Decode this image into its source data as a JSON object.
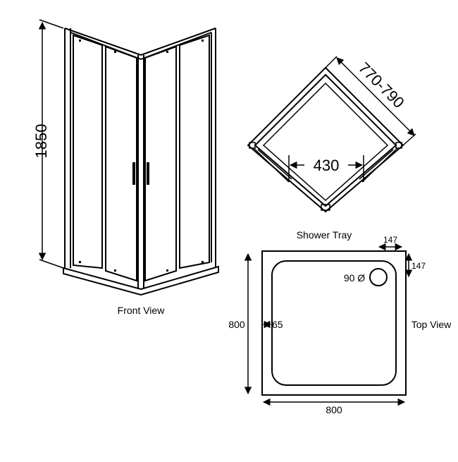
{
  "front_view": {
    "label": "Front View",
    "height_dim": "1850"
  },
  "shower_tray": {
    "label": "Shower Tray",
    "diagonal_dim": "770-790",
    "entry_dim": "430"
  },
  "top_view": {
    "label": "Top View",
    "corner_dim_x": "147",
    "corner_dim_y": "147",
    "waste_dim": "90 Ø",
    "width_dim": "800",
    "depth_dim": "800",
    "rim_dim": "65"
  }
}
